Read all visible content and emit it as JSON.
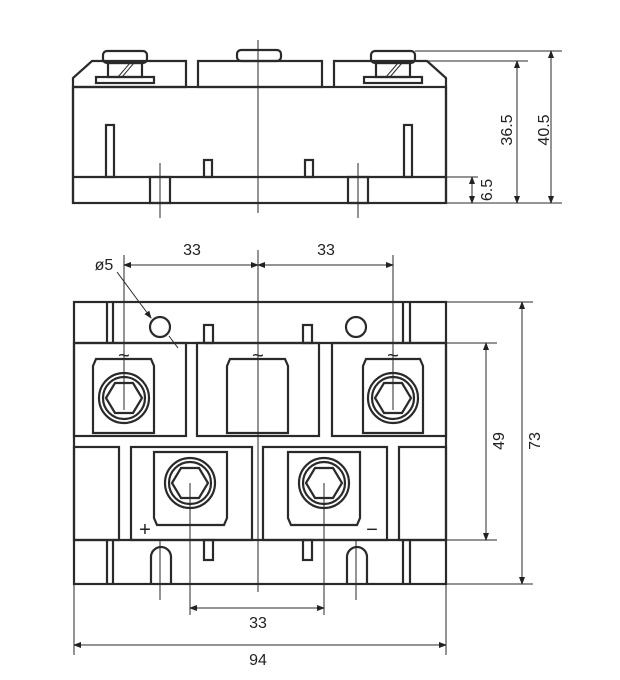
{
  "top_view": {
    "dimensions": {
      "base_height": "6.5",
      "body_height": "36.5",
      "total_height": "40.5"
    }
  },
  "plan_view": {
    "dimensions": {
      "hole_diameter": "ø5",
      "pitch_left": "33",
      "pitch_right": "33",
      "dc_pitch": "33",
      "overall_width": "94",
      "inner_height": "49",
      "overall_height": "73"
    },
    "terminal_labels": {
      "ac1": "~",
      "ac2": "~",
      "ac3": "~",
      "positive": "+",
      "negative": "−"
    }
  }
}
